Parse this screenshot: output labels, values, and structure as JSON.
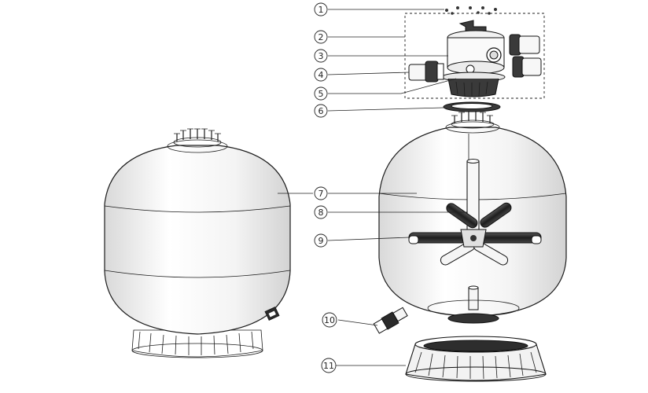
{
  "callouts": [
    {
      "id": "callout-1",
      "label": "1"
    },
    {
      "id": "callout-2",
      "label": "2"
    },
    {
      "id": "callout-3",
      "label": "3"
    },
    {
      "id": "callout-4",
      "label": "4"
    },
    {
      "id": "callout-5",
      "label": "5"
    },
    {
      "id": "callout-6",
      "label": "6"
    },
    {
      "id": "callout-7",
      "label": "7"
    },
    {
      "id": "callout-8",
      "label": "8"
    },
    {
      "id": "callout-9",
      "label": "9"
    },
    {
      "id": "callout-10",
      "label": "10"
    },
    {
      "id": "callout-11",
      "label": "11"
    }
  ],
  "colors": {
    "line": "#1c1c1c",
    "tank_light": "#ffffff",
    "tank_shade": "#e6e6e6",
    "dark_part": "#2a2a2a"
  }
}
